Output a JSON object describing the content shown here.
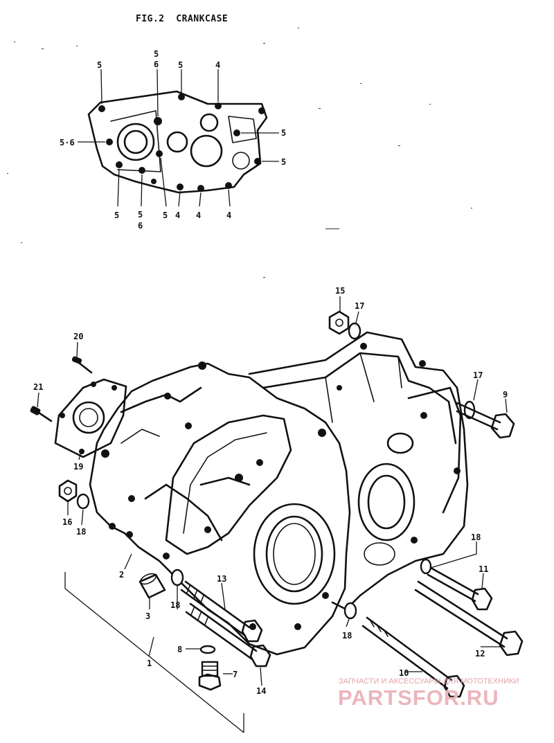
{
  "figure": {
    "title": "FIG.2  CRANKCASE"
  },
  "small_view": {
    "callouts": {
      "top_5_left": "5",
      "top_56_a": "5",
      "top_56_b": "6",
      "top_5_mid": "5",
      "top_4": "4",
      "left_56": "5·6",
      "right_5_a": "5",
      "right_5_b": "5",
      "bot_5_left": "5",
      "bot_56_a": "5",
      "bot_56_b": "6",
      "bot_5_mid": "5",
      "bot_4_a": "4",
      "bot_4_b": "4",
      "bot_4_c": "4"
    }
  },
  "main_view": {
    "callouts": {
      "c1": "1",
      "c2": "2",
      "c3": "3",
      "c7": "7",
      "c8": "8",
      "c9": "9",
      "c10": "10",
      "c11": "11",
      "c12": "12",
      "c13": "13",
      "c14": "14",
      "c15": "15",
      "c16": "16",
      "c17a": "17",
      "c17b": "17",
      "c18a": "18",
      "c18b": "18",
      "c18c": "18",
      "c18d": "18",
      "c19": "19",
      "c20": "20",
      "c21": "21"
    }
  },
  "watermark": {
    "tagline": "ЗАПЧАСТИ И АКСЕССУАРЫ ДЛЯ МОТОТЕХНИКИ",
    "logo": "PARTSFOR.RU"
  },
  "colors": {
    "ink": "#111111",
    "paper": "#ffffff",
    "watermark": "#ecb6ba"
  }
}
